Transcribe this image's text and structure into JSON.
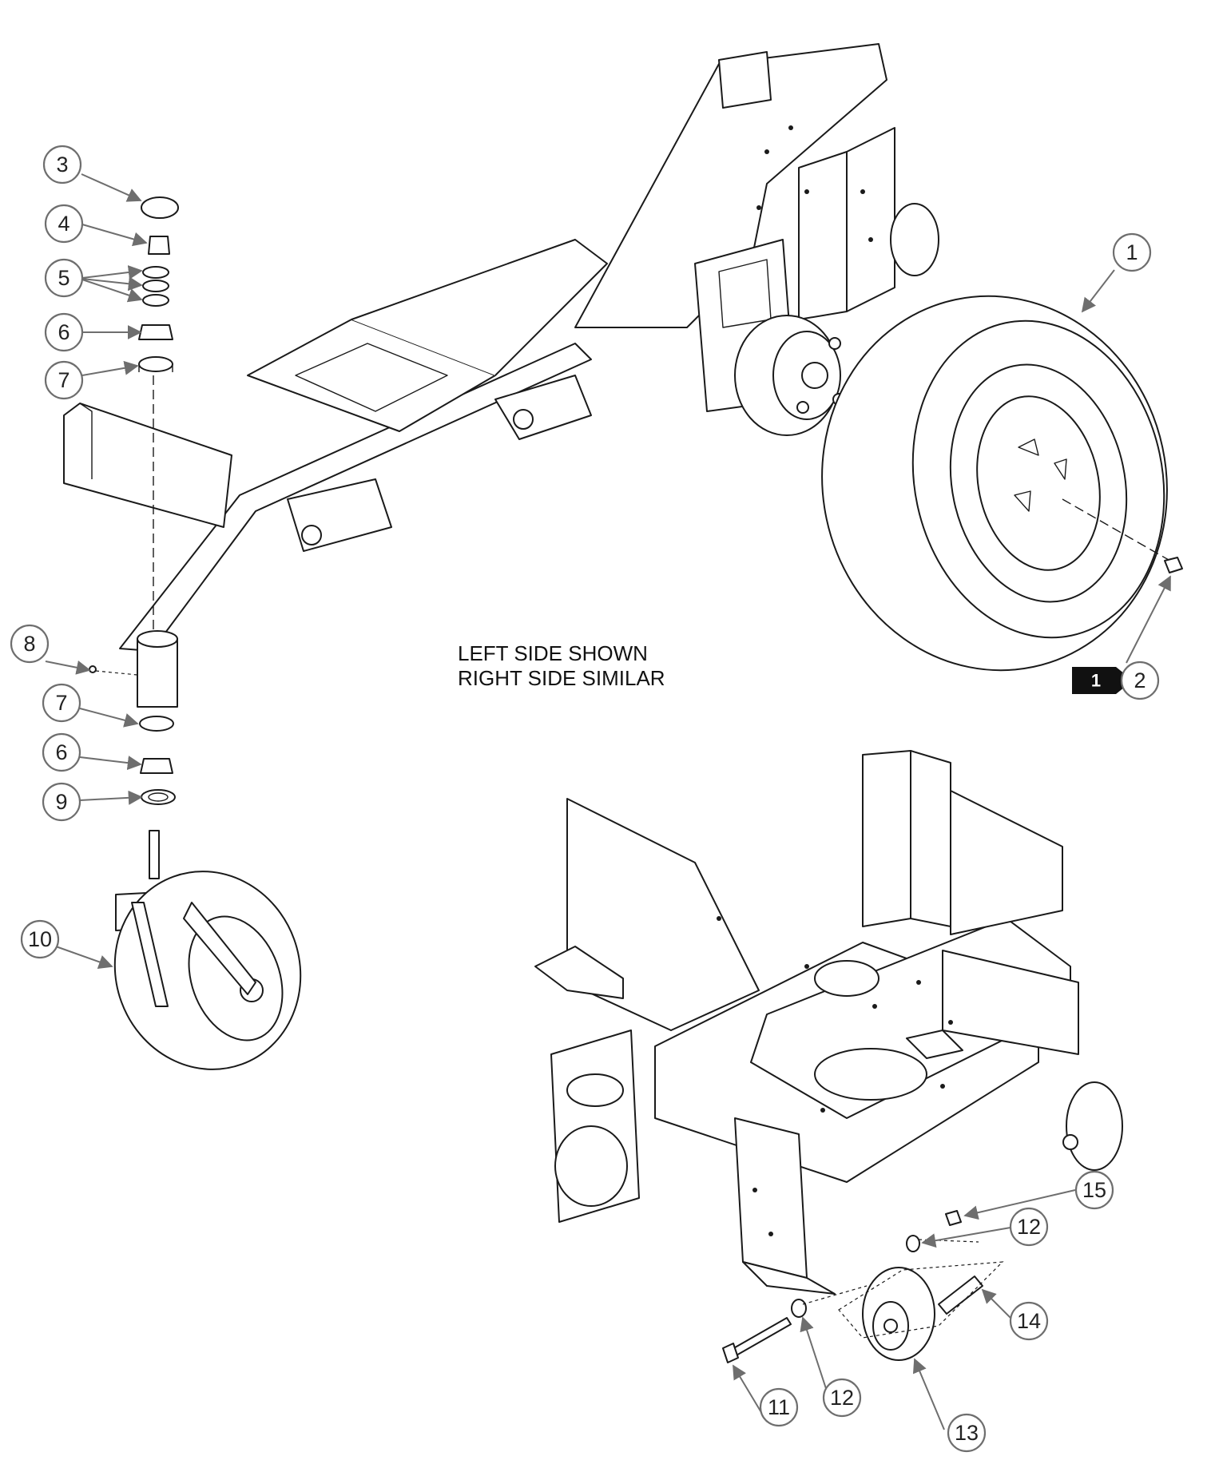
{
  "note": {
    "line1": "LEFT SIDE SHOWN",
    "line2": "RIGHT SIDE SIMILAR"
  },
  "reference_tag": {
    "label": "1",
    "color": "#111111"
  },
  "callouts": {
    "c1": "1",
    "c2": "2",
    "c3": "3",
    "c4": "4",
    "c5": "5",
    "c6a": "6",
    "c7a": "7",
    "c8": "8",
    "c7b": "7",
    "c6b": "6",
    "c9": "9",
    "c10": "10",
    "c11": "11",
    "c12a": "12",
    "c12b": "12",
    "c13": "13",
    "c14": "14",
    "c15": "15"
  },
  "colors": {
    "line": "#1a1a1a",
    "callout": "#6e6e6e",
    "background": "#ffffff"
  }
}
